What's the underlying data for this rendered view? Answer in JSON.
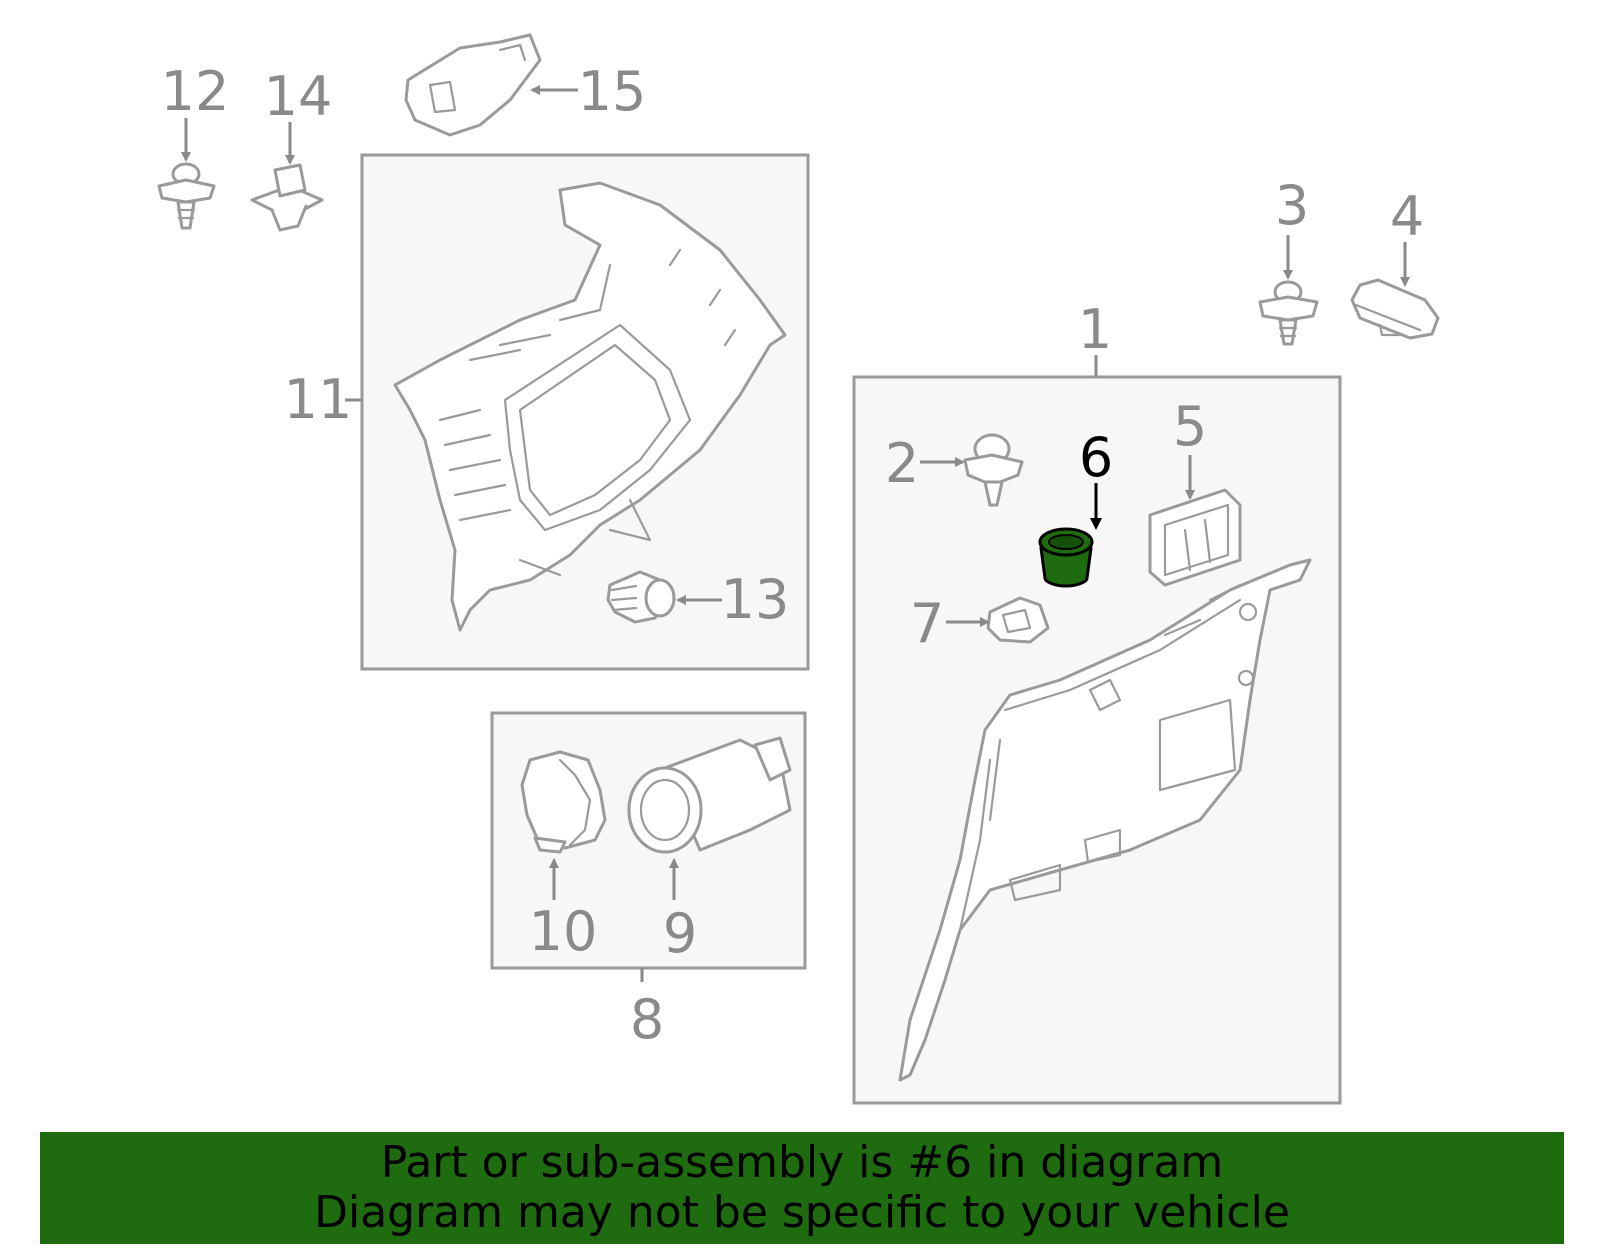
{
  "callouts": {
    "c1": "1",
    "c2": "2",
    "c3": "3",
    "c4": "4",
    "c5": "5",
    "c6": "6",
    "c7": "7",
    "c8": "8",
    "c9": "9",
    "c10": "10",
    "c11": "11",
    "c12": "12",
    "c13": "13",
    "c14": "14",
    "c15": "15"
  },
  "highlight": {
    "part_number": "6",
    "color": "#1f6b0f",
    "outline": "#000000"
  },
  "banner": {
    "line1": "Part or sub-assembly is #6 in diagram",
    "line2": "Diagram may not be specific to your vehicle",
    "background": "#1f6b0f"
  }
}
